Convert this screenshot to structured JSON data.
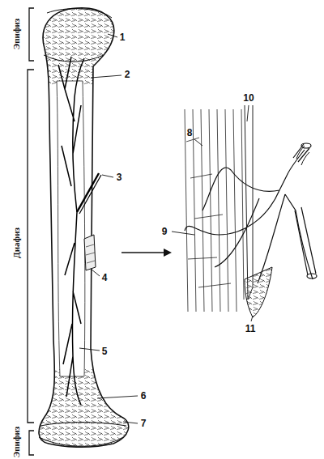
{
  "diagram": {
    "labels": [
      "Эпифиз",
      "Диафиз",
      "Эпифиз",
      "1",
      "2",
      "3",
      "4",
      "5",
      "6",
      "7",
      "8",
      "9",
      "10",
      "11"
    ]
  }
}
